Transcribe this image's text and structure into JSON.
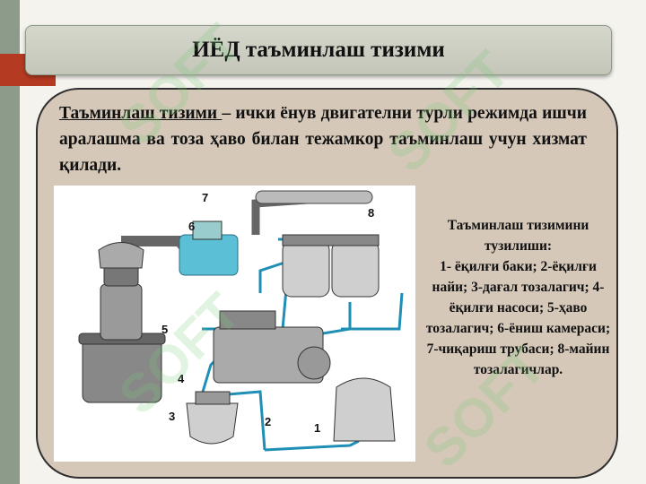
{
  "title": "ИЁД  таъминлаш тизими",
  "intro": {
    "term": "Таъминлаш тизими ",
    "text": "– ички ёнув двигателни турли режимда ишчи аралашма ва тоза ҳаво билан тежамкор таъминлаш учун хизмат қилади."
  },
  "caption": {
    "heading": "Таъминлаш тизимини тузилиши:",
    "body": "1- ёқилғи баки; 2-ёқилғи найи; 3-дағал тозалагич; 4-ёқилғи насоси; 5-ҳаво тозалагич; 6-ёниш камераси; 7-чиқариш трубаси; 8-майин тозалагичлар."
  },
  "figure_labels": [
    "1",
    "2",
    "3",
    "4",
    "5",
    "6",
    "7",
    "8"
  ],
  "watermark": "SOFT",
  "colors": {
    "accent_red": "#b53a22",
    "panel": "#d5c8b9",
    "fuel_line": "#1f8fb5"
  }
}
